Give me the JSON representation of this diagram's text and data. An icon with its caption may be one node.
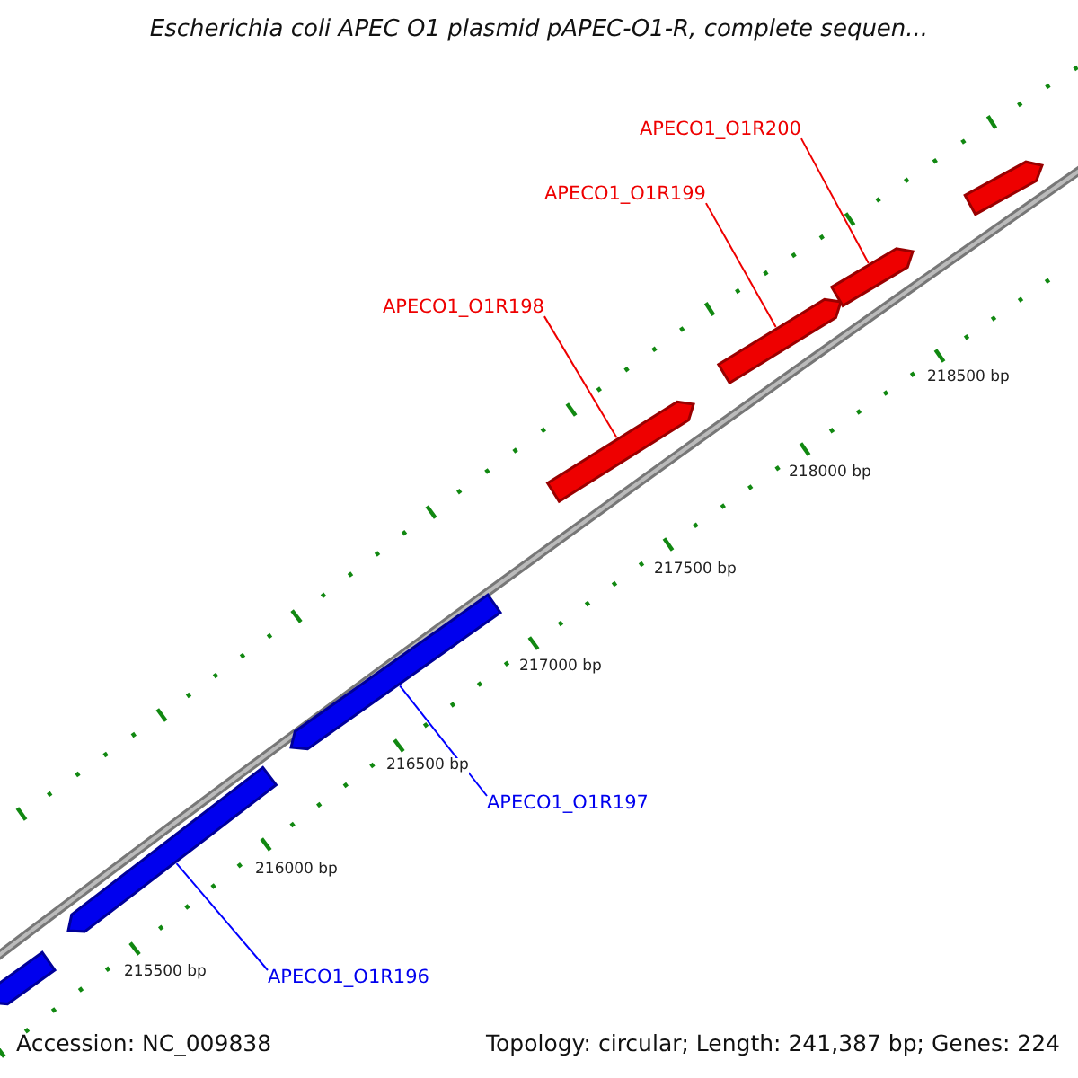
{
  "diagram": {
    "title": "Escherichia coli APEC O1 plasmid pAPEC-O1-R, complete sequen...",
    "nodes": [
      {
        "text": [
          "APECO1_O1R200"
        ]
      },
      {
        "text": [
          "APECO1_O1R199"
        ]
      },
      {
        "text": [
          "APECO1_O1R198"
        ]
      },
      {
        "text": [
          "APECO1_O1R197"
        ]
      },
      {
        "text": [
          "APECO1_O1R196"
        ]
      },
      {
        "text": [],
        "shape": "bar"
      },
      {
        "text": [],
        "shape": "bar"
      },
      {
        "text": [],
        "shape": "bar"
      },
      {
        "text": [],
        "shape": "bar"
      },
      {
        "text": [],
        "shape": "bar"
      },
      {
        "text": [],
        "shape": "bar"
      },
      {
        "text": [],
        "shape": "bar"
      }
    ],
    "edges": [
      {
        "from": 0,
        "to": 10,
        "arrow": "none"
      },
      {
        "from": 1,
        "to": 9,
        "arrow": "none"
      },
      {
        "from": 2,
        "to": 8,
        "arrow": "none"
      },
      {
        "from": 3,
        "to": 7,
        "arrow": "none",
        "color": "#0000ff"
      },
      {
        "from": 4,
        "to": 6,
        "arrow": "none",
        "color": "#0000ff"
      }
    ],
    "labels": [
      "218500 bp",
      "218000 bp",
      "217500 bp",
      "217000 bp",
      "216500 bp",
      "216000 bp",
      "215500 bp",
      "Accession: NC_009838",
      "Topology: circular; Length: 241,387 bp; Genes: 224"
    ]
  }
}
